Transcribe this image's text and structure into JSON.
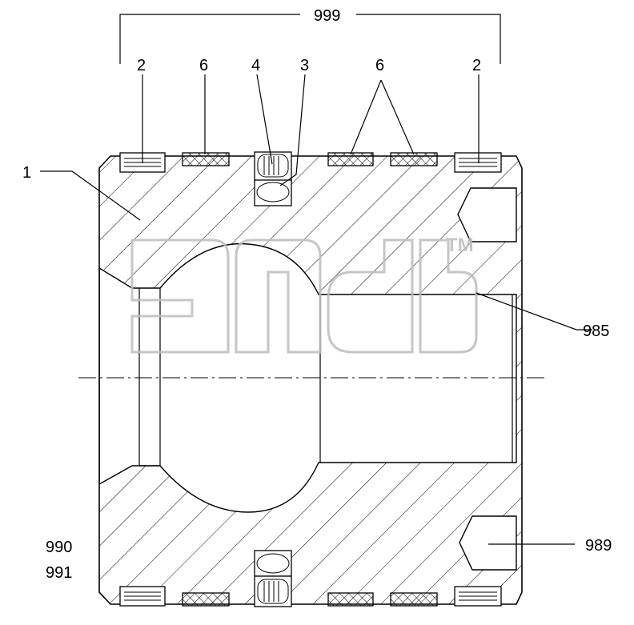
{
  "drawing": {
    "labels": {
      "assembly": "999",
      "part_1": "1",
      "part_2_left": "2",
      "part_2_right": "2",
      "part_3": "3",
      "part_4": "4",
      "part_6_left": "6",
      "part_6_right": "6",
      "part_985": "985",
      "part_989": "989",
      "part_990": "990",
      "part_991": "991"
    },
    "watermark": {
      "trademark": "TM"
    }
  }
}
